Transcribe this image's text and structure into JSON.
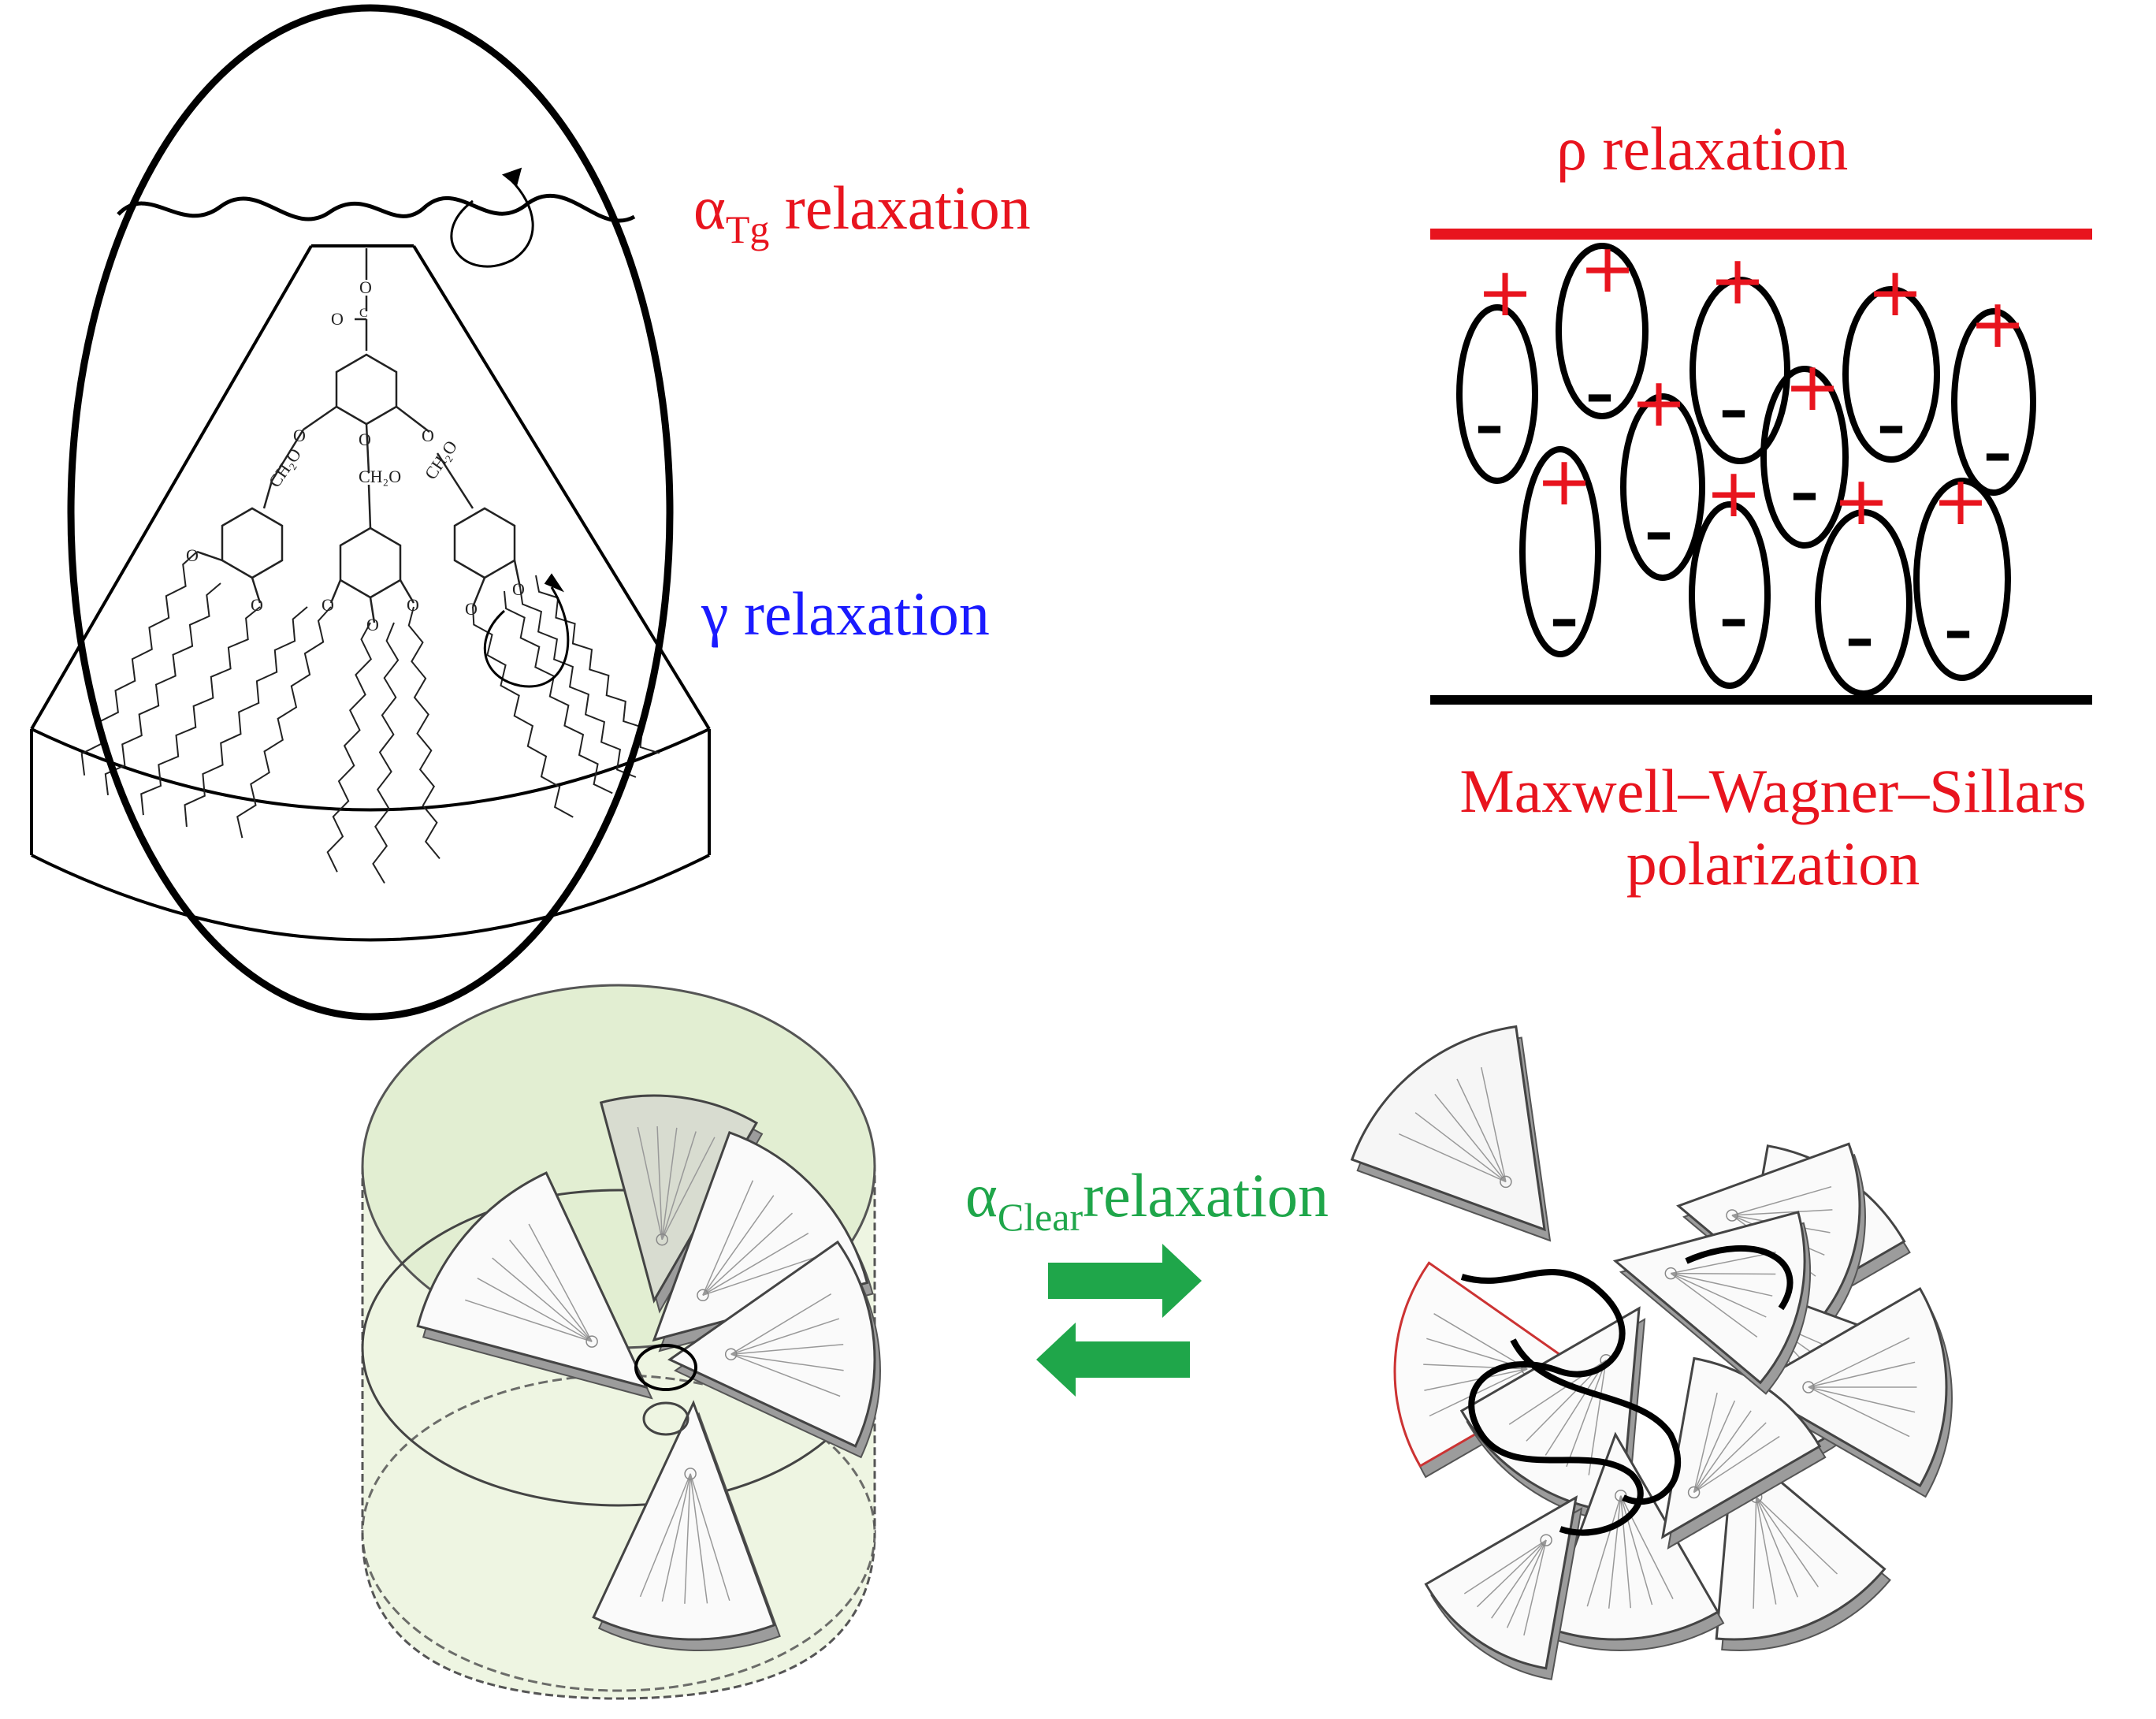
{
  "labels": {
    "alpha_tg": {
      "symbol": "α",
      "sub": "Tg",
      "text": "relaxation",
      "color": "#e8141e"
    },
    "gamma": {
      "text": "γ relaxation",
      "color": "#1a1aff"
    },
    "rho": {
      "text": "ρ relaxation",
      "color": "#e8141e"
    },
    "mws_line1": "Maxwell–Wagner–Sillars",
    "mws_line2": "polarization",
    "alpha_clear": {
      "symbol": "α",
      "sub": "Clear",
      "text": "relaxation",
      "color": "#1fa64a"
    }
  },
  "dipoles": {
    "positive": "+",
    "negative": "–"
  },
  "molecule_text": {
    "o": "O",
    "ch2o": "CH₂O"
  },
  "colors": {
    "red": "#e8141e",
    "blue": "#1a1aff",
    "green": "#1fa64a",
    "column_fill": "#eef5e2",
    "black": "#000000"
  }
}
